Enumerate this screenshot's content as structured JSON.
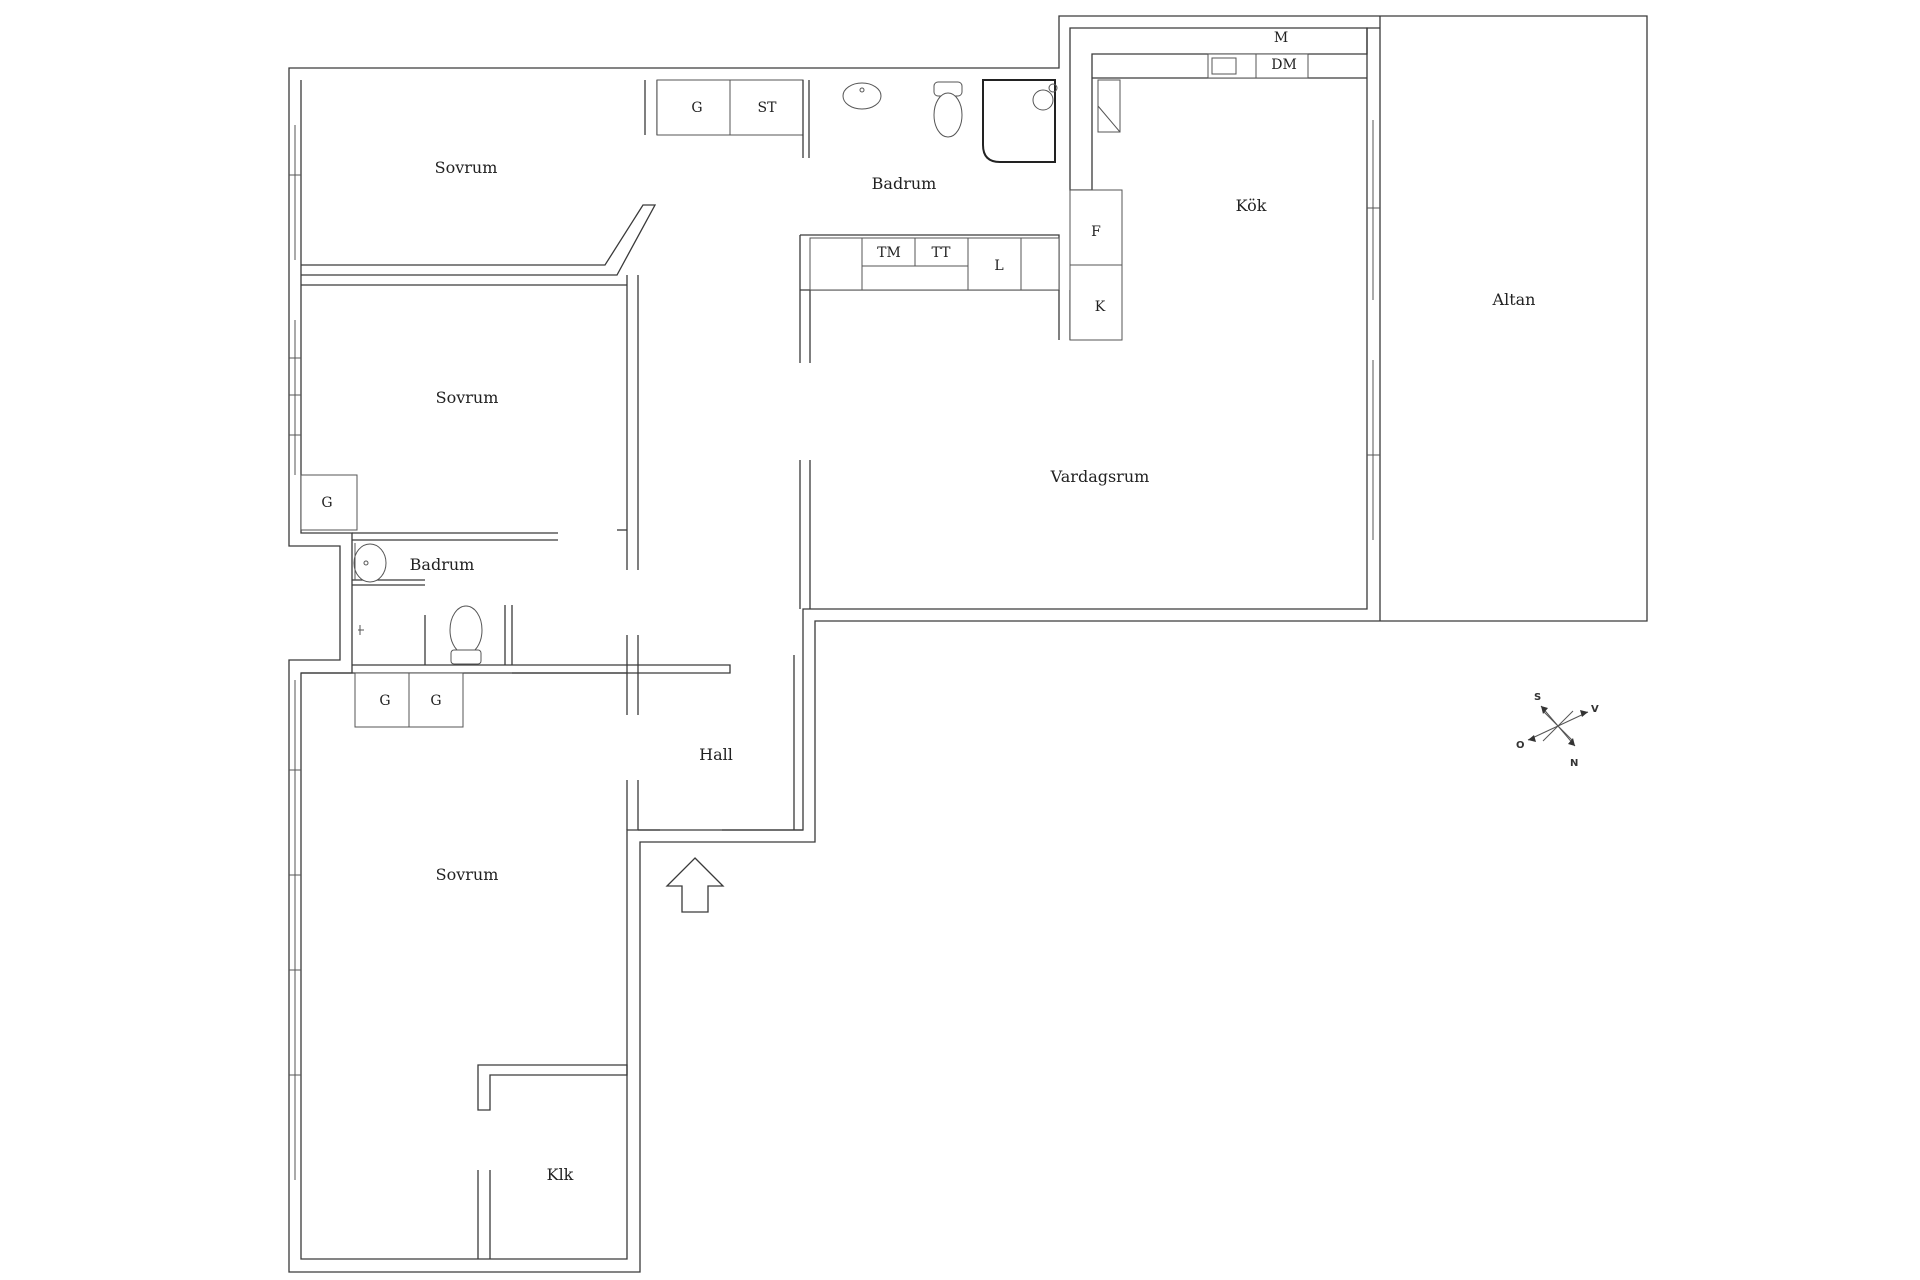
{
  "rooms": {
    "sovrum_top": "Sovrum",
    "sovrum_mid": "Sovrum",
    "sovrum_bottom": "Sovrum",
    "badrum_top": "Badrum",
    "badrum_small": "Badrum",
    "kok": "Kök",
    "vardagsrum": "Vardagsrum",
    "altan": "Altan",
    "hall": "Hall",
    "klk": "Klk"
  },
  "fixtures": {
    "g_top": "G",
    "st": "ST",
    "tm": "TM",
    "tt": "TT",
    "l": "L",
    "m": "M",
    "dm": "DM",
    "f": "F",
    "k": "K",
    "g_mid": "G",
    "g_left": "G",
    "g_right": "G"
  },
  "compass": {
    "s": "S",
    "v": "V",
    "o": "O",
    "n": "N"
  }
}
